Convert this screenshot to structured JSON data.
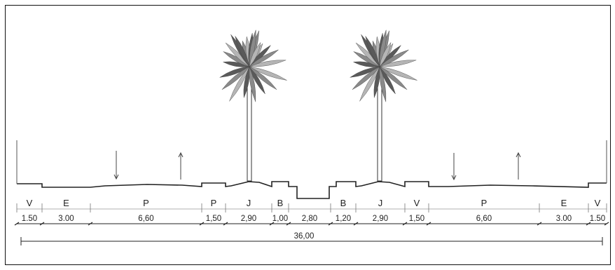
{
  "section": {
    "segments": [
      {
        "code": "V",
        "width": "1.50"
      },
      {
        "code": "E",
        "width": "3.00"
      },
      {
        "code": "P",
        "width": "6,60"
      },
      {
        "code": "P",
        "width": "1,50"
      },
      {
        "code": "J",
        "width": "2,90"
      },
      {
        "code": "B",
        "width": "1,00"
      },
      {
        "code": "",
        "width": "2,80"
      },
      {
        "code": "B",
        "width": "1,20"
      },
      {
        "code": "J",
        "width": "2,90"
      },
      {
        "code": "V",
        "width": "1,50"
      },
      {
        "code": "P",
        "width": "6,60"
      },
      {
        "code": "E",
        "width": "3.00"
      },
      {
        "code": "V",
        "width": "1.50"
      }
    ],
    "total_width": "36,00"
  },
  "colors": {
    "line": "#222222",
    "frond_dark": "#5a5a5a",
    "frond_mid": "#8a8a8a",
    "frond_light": "#b5b5b5",
    "trunk": "#ffffff"
  },
  "icons": [
    "palm-tree",
    "palm-tree",
    "arrow-down",
    "arrow-up",
    "arrow-down",
    "arrow-up"
  ]
}
